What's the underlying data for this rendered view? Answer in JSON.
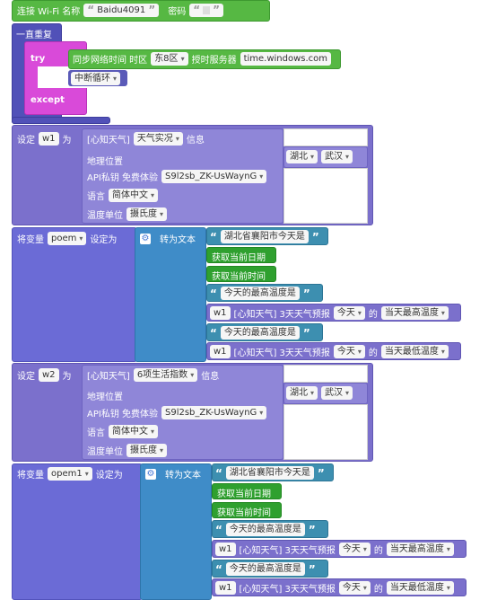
{
  "wifi": {
    "connect_label": "连接 Wi-Fi 名称",
    "ssid": "Baidu4091",
    "password_label": "密码",
    "password": ""
  },
  "loop": {
    "label": "一直重复"
  },
  "try_block": {
    "try": "try",
    "except": "except",
    "sync_label": "同步网络时间 时区",
    "timezone": "东8区",
    "server_label": "授时服务器",
    "server": "time.windows.com",
    "break_label": "中断循环"
  },
  "w1": {
    "set": "设定",
    "var": "w1",
    "as": "为",
    "source": "[心知天气]",
    "type": "天气实况",
    "info": "信息",
    "location_label": "地理位置",
    "province": "湖北",
    "city": "武汉",
    "api_label": "API私钥 免费体验",
    "api_key": "S9l2sb_ZK-UsWaynG",
    "lang_label": "语言",
    "lang": "简体中文",
    "unit_label": "温度单位",
    "unit": "摄氏度"
  },
  "poem": {
    "set": "将变量",
    "var": "poem",
    "as": "设定为",
    "to_text": "转为文本",
    "s1": "湖北省襄阳市今天是",
    "date": "获取当前日期",
    "time": "获取当前时间",
    "s2": "今天的最高温度是",
    "f1_var": "w1",
    "f1_src": "[心知天气] 3天天气预报",
    "f1_day": "今天",
    "f1_of": "的",
    "f1_field": "当天最高温度",
    "s3": "今天的最高温度是",
    "f2_var": "w1",
    "f2_src": "[心知天气] 3天天气预报",
    "f2_day": "今天",
    "f2_of": "的",
    "f2_field": "当天最低温度"
  },
  "w2": {
    "set": "设定",
    "var": "w2",
    "as": "为",
    "source": "[心知天气]",
    "type": "6项生活指数",
    "info": "信息",
    "location_label": "地理位置",
    "province": "湖北",
    "city": "武汉",
    "api_label": "API私钥 免费体验",
    "api_key": "S9l2sb_ZK-UsWaynG",
    "lang_label": "语言",
    "lang": "简体中文",
    "unit_label": "温度单位",
    "unit": "摄氏度"
  },
  "opem1": {
    "set": "将变量",
    "var": "opem1",
    "as": "设定为",
    "to_text": "转为文本",
    "s1": "湖北省襄阳市今天是",
    "date": "获取当前日期",
    "time": "获取当前时间",
    "s2": "今天的最高温度是",
    "f1_var": "w1",
    "f1_src": "[心知天气] 3天天气预报",
    "f1_day": "今天",
    "f1_of": "的",
    "f1_field": "当天最高温度",
    "s3": "今天的最高温度是",
    "f2_var": "w1",
    "f2_src": "[心知天气] 3天天气预报",
    "f2_day": "今天",
    "f2_of": "的",
    "f2_field": "当天最低温度"
  },
  "icons": {
    "gear": "gear-icon",
    "dropdown": "chevron-down-icon"
  },
  "colors": {
    "green": "#56b843",
    "purple": "#7b70cc",
    "blue": "#3f8cc8",
    "magenta": "#d94ad9",
    "indigo": "#5151b8"
  }
}
